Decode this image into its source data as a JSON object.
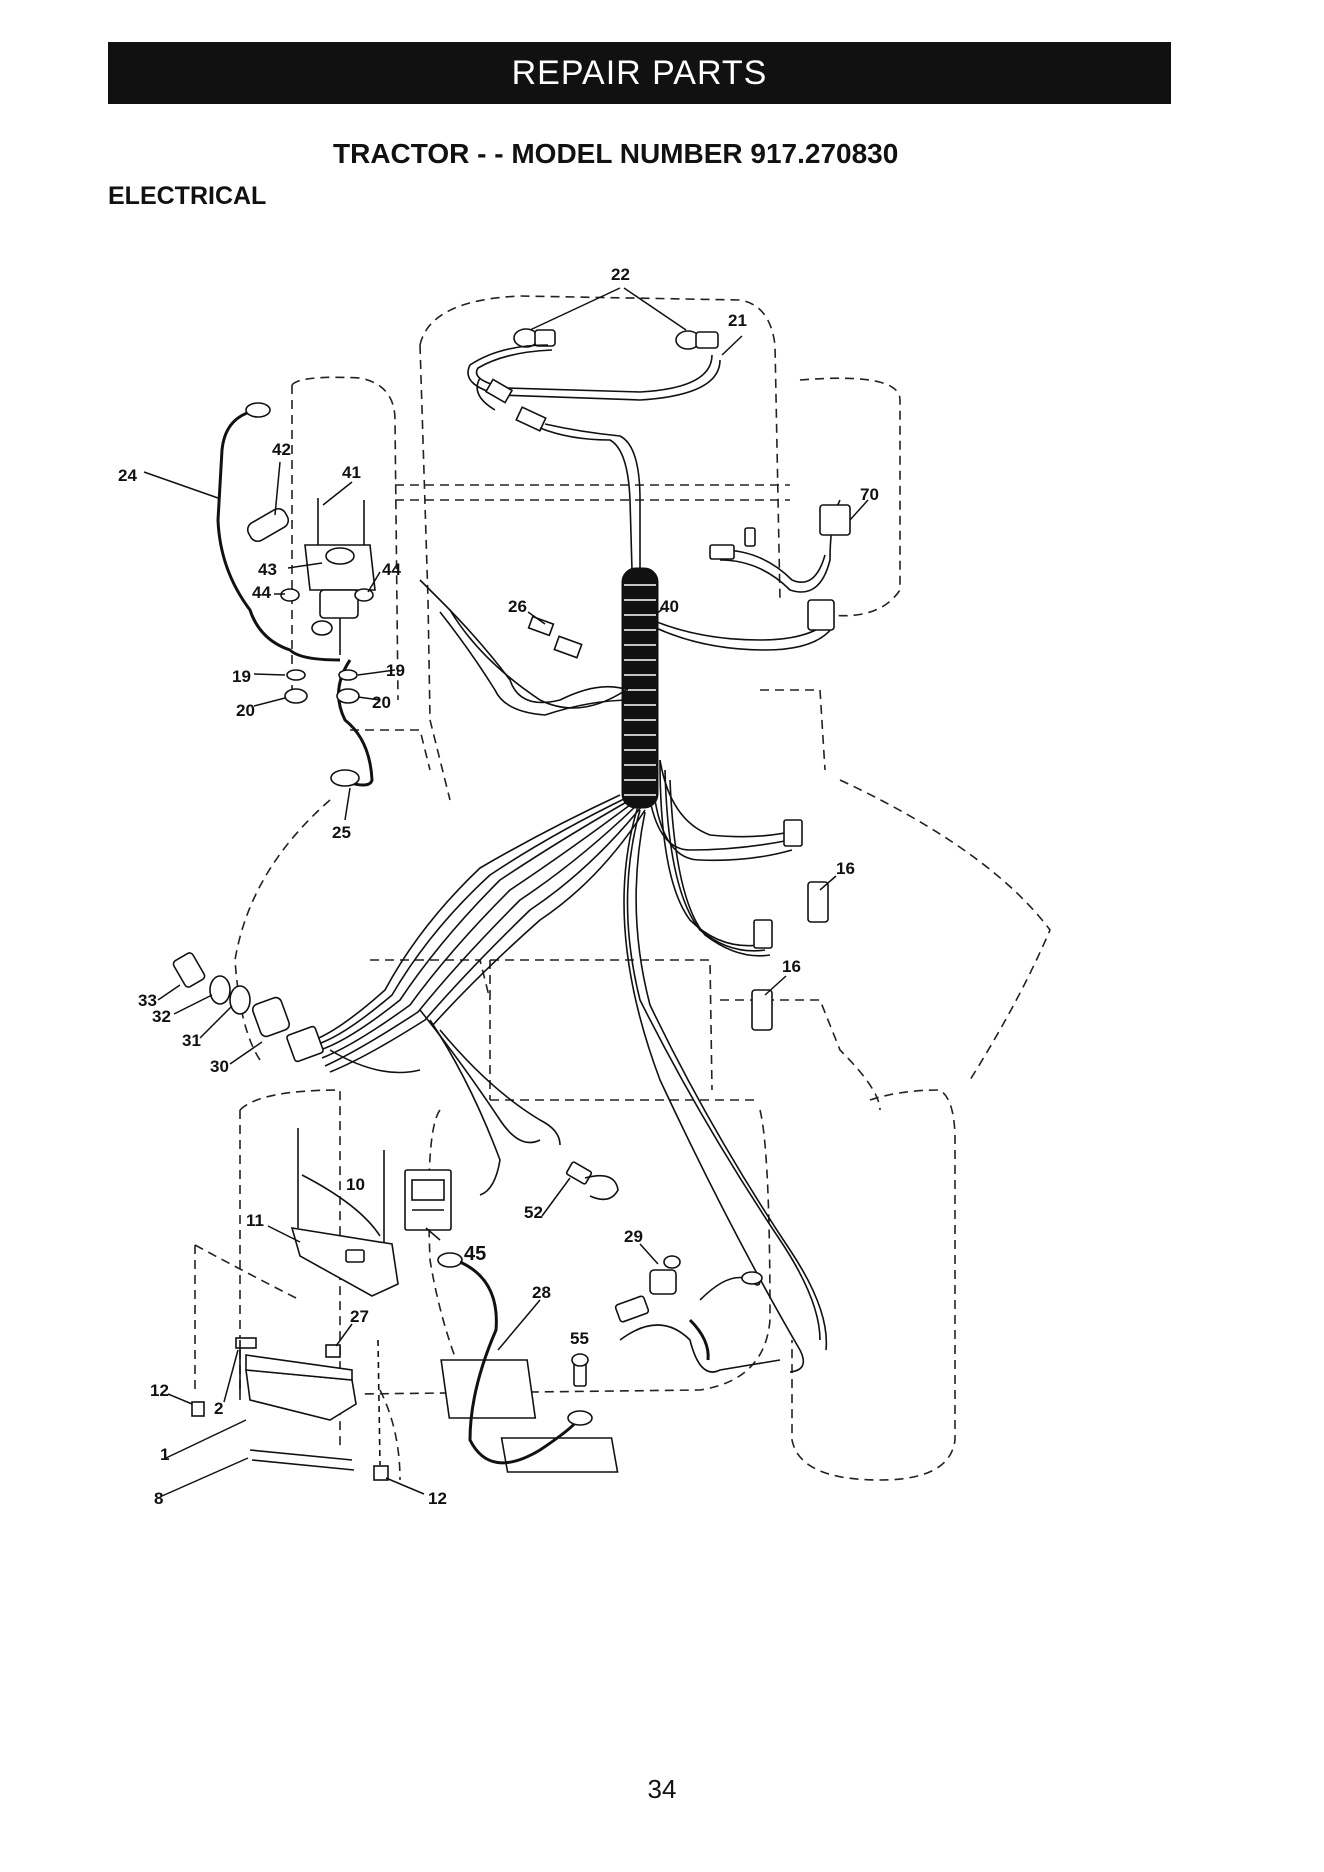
{
  "header": {
    "banner": "REPAIR PARTS"
  },
  "title": "TRACTOR - - MODEL NUMBER 917.270830",
  "section": "ELECTRICAL",
  "page_number": "34",
  "callouts": {
    "c22": "22",
    "c21": "21",
    "c24": "24",
    "c42": "42",
    "c41": "41",
    "c70": "70",
    "c43": "43",
    "c44a": "44",
    "c44b": "44",
    "c26": "26",
    "c40": "40",
    "c19a": "19",
    "c19b": "19",
    "c20a": "20",
    "c20b": "20",
    "c25": "25",
    "c16a": "16",
    "c16b": "16",
    "c33": "33",
    "c32": "32",
    "c31": "31",
    "c30": "30",
    "c10": "10",
    "c11": "11",
    "c52": "52",
    "c29": "29",
    "c45": "45",
    "c28": "28",
    "c27": "27",
    "c55": "55",
    "c12a": "12",
    "c2": "2",
    "c1": "1",
    "c8": "8",
    "c12b": "12"
  }
}
